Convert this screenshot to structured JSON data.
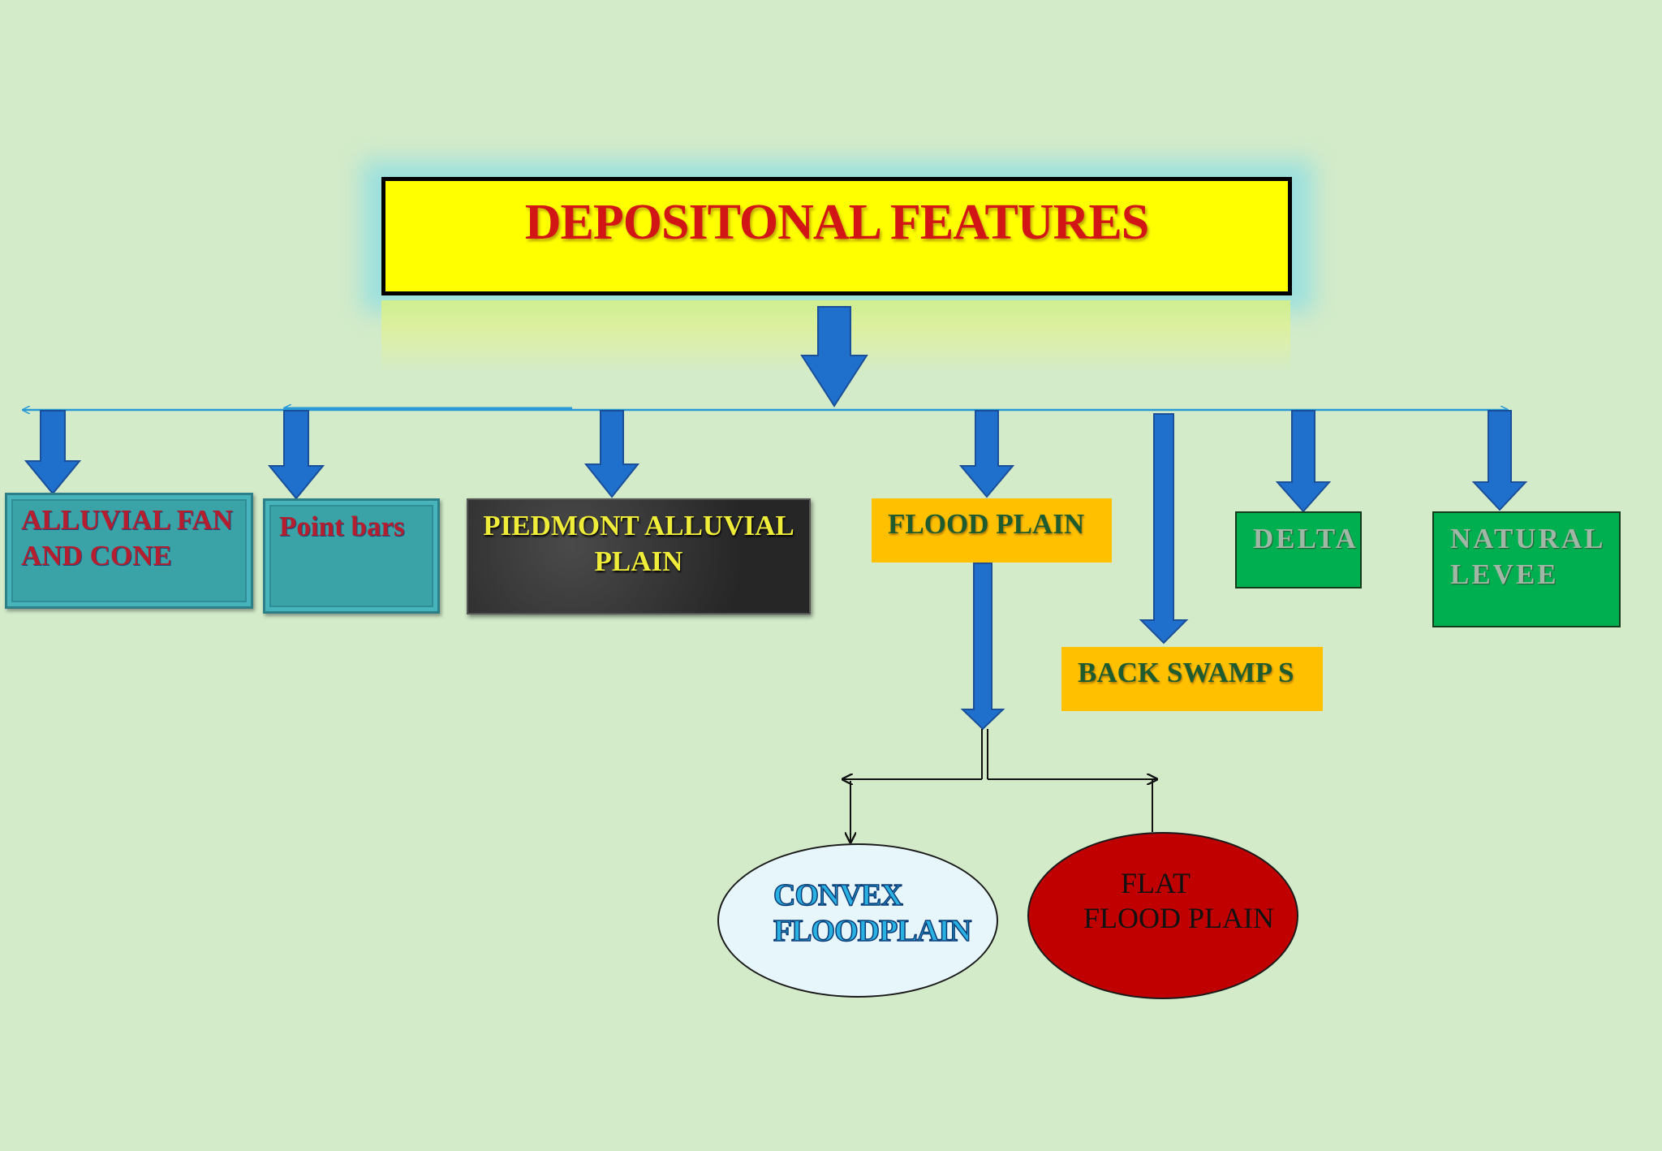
{
  "title": "DEPOSITONAL FEATURES",
  "nodes": {
    "alluvial_fan": [
      "ALLUVIAL FAN",
      "AND CONE"
    ],
    "point_bars": "Point bars",
    "piedmont": [
      "PIEDMONT ALLUVIAL",
      "PLAIN"
    ],
    "flood_plain": "FLOOD PLAIN",
    "back_swamps": "BACK SWAMP S",
    "delta": "DELTA",
    "natural_levee": [
      "NATURAL",
      "LEVEE"
    ]
  },
  "flood_plain_types": {
    "convex": [
      "CONVEX",
      "FLOODPLAIN"
    ],
    "flat": [
      "FLAT",
      "FLOOD PLAIN"
    ]
  },
  "colors": {
    "background": "#d3ebc9",
    "title_fill": "#ffff00",
    "title_text": "#d21515",
    "arrow_fill": "#1f6fcc",
    "connector_line": "#2a9ad6",
    "teal_box": "#3aa3a8",
    "dark_box": "#2b2b2b",
    "orange_box": "#ffc000",
    "green_box": "#00b050",
    "convex_ellipse": "#e6f6fb",
    "flat_ellipse": "#c00000"
  }
}
